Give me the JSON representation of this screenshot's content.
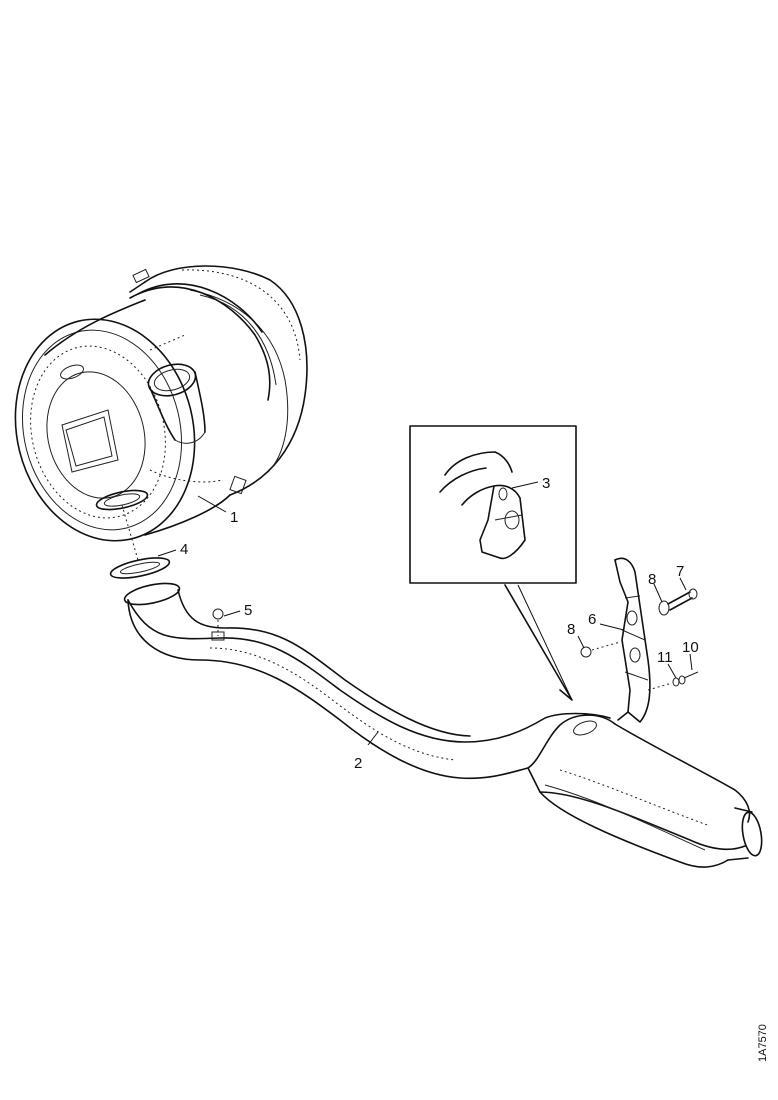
{
  "callouts": [
    {
      "id": "1",
      "label": "1"
    },
    {
      "id": "2",
      "label": "2"
    },
    {
      "id": "3",
      "label": "3"
    },
    {
      "id": "4",
      "label": "4"
    },
    {
      "id": "5",
      "label": "5"
    },
    {
      "id": "6",
      "label": "6"
    },
    {
      "id": "7",
      "label": "7"
    },
    {
      "id": "8a",
      "label": "8"
    },
    {
      "id": "8b",
      "label": "8"
    },
    {
      "id": "10",
      "label": "10"
    },
    {
      "id": "11",
      "label": "11"
    }
  ],
  "reference_code": "1A7570"
}
